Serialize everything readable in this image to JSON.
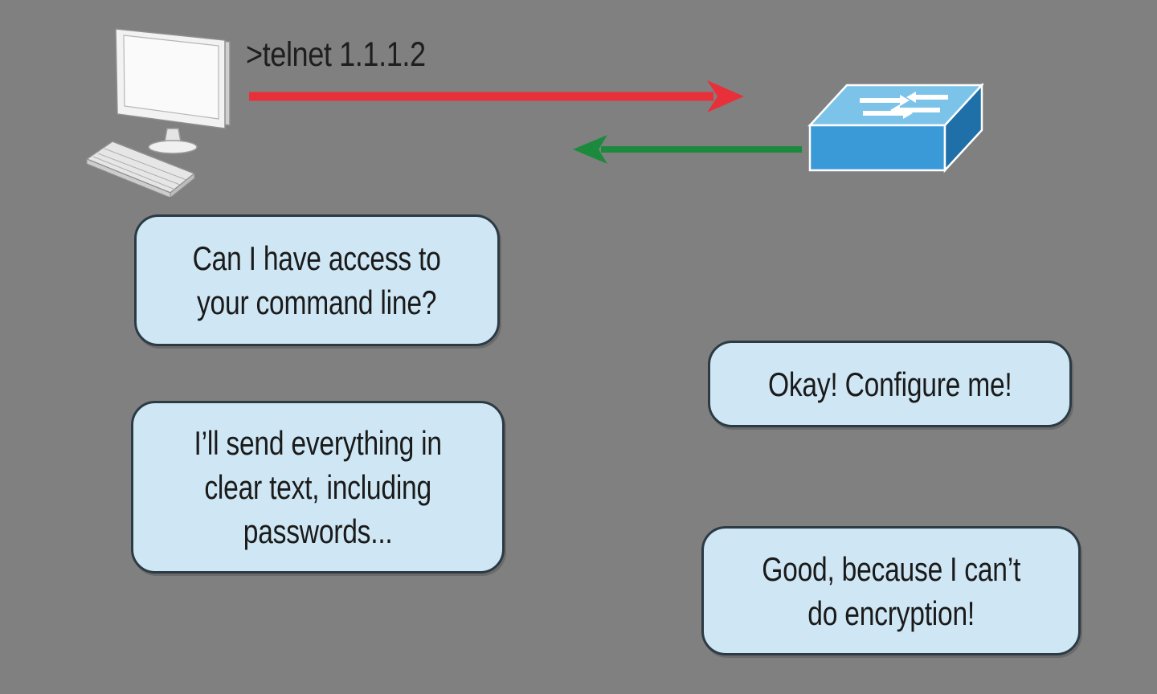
{
  "command": ">telnet 1.1.1.2",
  "bubbles": {
    "client_request": "Can I have access to\nyour command line?",
    "client_warning": "I’ll send everything in\nclear text, including\npasswords...",
    "switch_reply": "Okay! Configure me!",
    "switch_confirm": "Good, because I can’t\ndo encryption!"
  },
  "icons": {
    "client": "desktop-computer-icon",
    "device": "network-switch-icon"
  },
  "colors": {
    "background": "#808080",
    "request_arrow": "#e8303a",
    "response_arrow": "#1c8a3c",
    "bubble_fill": "#cfe7f4",
    "bubble_border": "#2c3a44",
    "switch_blue": "#3a9ad8"
  }
}
